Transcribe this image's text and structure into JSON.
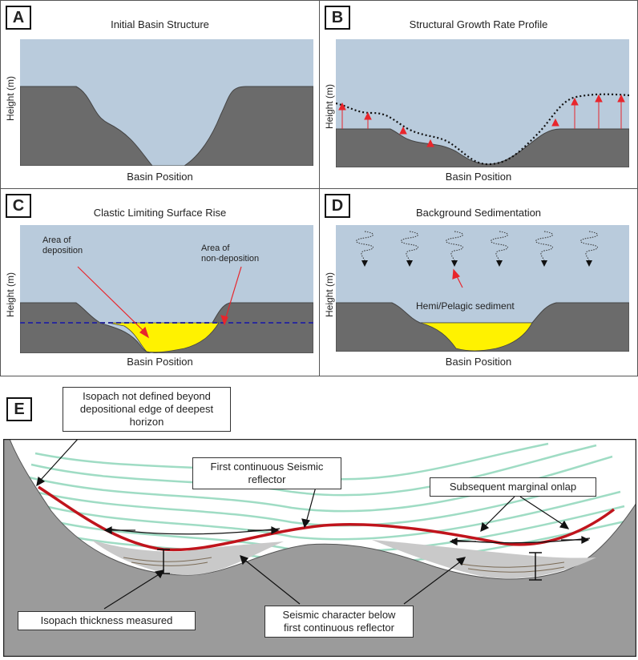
{
  "colors": {
    "water": "#b9cbdc",
    "rock": "#6b6b6b",
    "rock_light": "#a3a3a3",
    "sediment_yellow": "#fff200",
    "arrow_red": "#e8262c",
    "reflector_red": "#c0141c",
    "horizon_green": "#9fdcc4",
    "dashed_blue": "#2a2a9a"
  },
  "panels": {
    "a": {
      "label": "A",
      "title": "Initial Basin Structure",
      "xlabel": "Basin Position",
      "ylabel": "Height (m)"
    },
    "b": {
      "label": "B",
      "title": "Structural Growth Rate Profile",
      "xlabel": "Basin Position",
      "ylabel": "Height (m)"
    },
    "c": {
      "label": "C",
      "title": "Clastic Limiting Surface Rise",
      "xlabel": "Basin Position",
      "ylabel": "Height (m)",
      "note_deposition": [
        "Area of",
        "deposition"
      ],
      "note_nondeposition": [
        "Area of",
        "non-deposition"
      ]
    },
    "d": {
      "label": "D",
      "title": "Background Sedimentation",
      "xlabel": "Basin Position",
      "ylabel": "Height (m)",
      "note_sediment": "Hemi/Pelagic sediment"
    },
    "e": {
      "label": "E",
      "callout_isopach_edge": [
        "Isopach not defined beyond",
        "depositional edge of deepest",
        "horizon"
      ],
      "callout_first_reflector": [
        "First continuous Seismic",
        "reflector"
      ],
      "callout_onlap": "Subsequent marginal onlap",
      "callout_thickness": "Isopach thickness measured",
      "callout_seismic_character": [
        "Seismic character below",
        "first continuous reflector"
      ]
    }
  }
}
